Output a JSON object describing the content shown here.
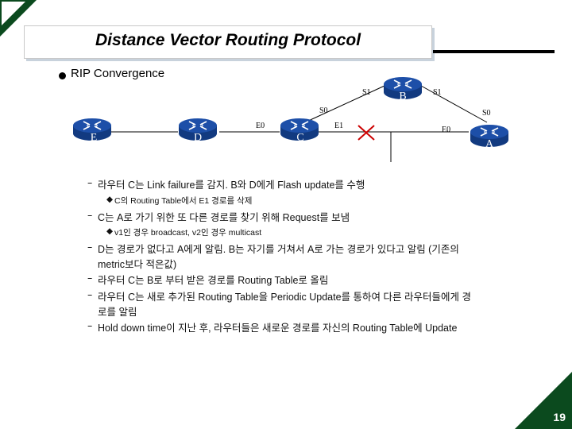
{
  "slide": {
    "title": "Distance Vector Routing Protocol",
    "subtitle": "RIP Convergence",
    "page_number": "19"
  },
  "diagram": {
    "routers": [
      {
        "name": "B"
      },
      {
        "name": "E"
      },
      {
        "name": "D"
      },
      {
        "name": "C"
      },
      {
        "name": "A"
      }
    ],
    "interfaces": {
      "b_left_s1": "S1",
      "b_right_s1": "S1",
      "c_s0": "S0",
      "a_s0": "S0",
      "c_e0": "E0",
      "c_e1": "E1",
      "a_e0": "E0"
    },
    "failure_marker": "X",
    "colors": {
      "router": "#1d4fa8",
      "router_dark": "#123a80",
      "failure": "#cc0000",
      "brand": "#0b4a1e"
    }
  },
  "notes": [
    {
      "marker": "–",
      "level": 1,
      "lines": [
        "라우터 C는 Link failure를 감지. B와 D에게 Flash update를 수행"
      ]
    },
    {
      "marker": "◆",
      "level": 2,
      "lines": [
        "C의 Routing Table에서 E1 경로를 삭제"
      ]
    },
    {
      "marker": "–",
      "level": 1,
      "lines": [
        "C는 A로 가기 위한 또 다른 경로를 찾기 위해 Request를 보냄"
      ]
    },
    {
      "marker": "◆",
      "level": 2,
      "lines": [
        "v1인 경우 broadcast, v2인 경우 multicast"
      ]
    },
    {
      "marker": "–",
      "level": 1,
      "lines": [
        "D는 경로가 없다고 A에게 알림. B는 자기를 거쳐서 A로 가는 경로가 있다고 알림 (기존의",
        "metric보다 적은값)"
      ]
    },
    {
      "marker": "–",
      "level": 1,
      "lines": [
        "라우터 C는 B로 부터 받은 경로를 Routing Table로 올림"
      ]
    },
    {
      "marker": "–",
      "level": 1,
      "lines": [
        "라우터 C는 새로 추가된 Routing Table을 Periodic Update를 통하여 다른 라우터들에게 경",
        "로를 알림"
      ]
    },
    {
      "marker": "–",
      "level": 1,
      "lines": [
        "Hold down time이 지난 후, 라우터들은 새로운 경로를 자신의 Routing Table에 Update"
      ]
    }
  ]
}
